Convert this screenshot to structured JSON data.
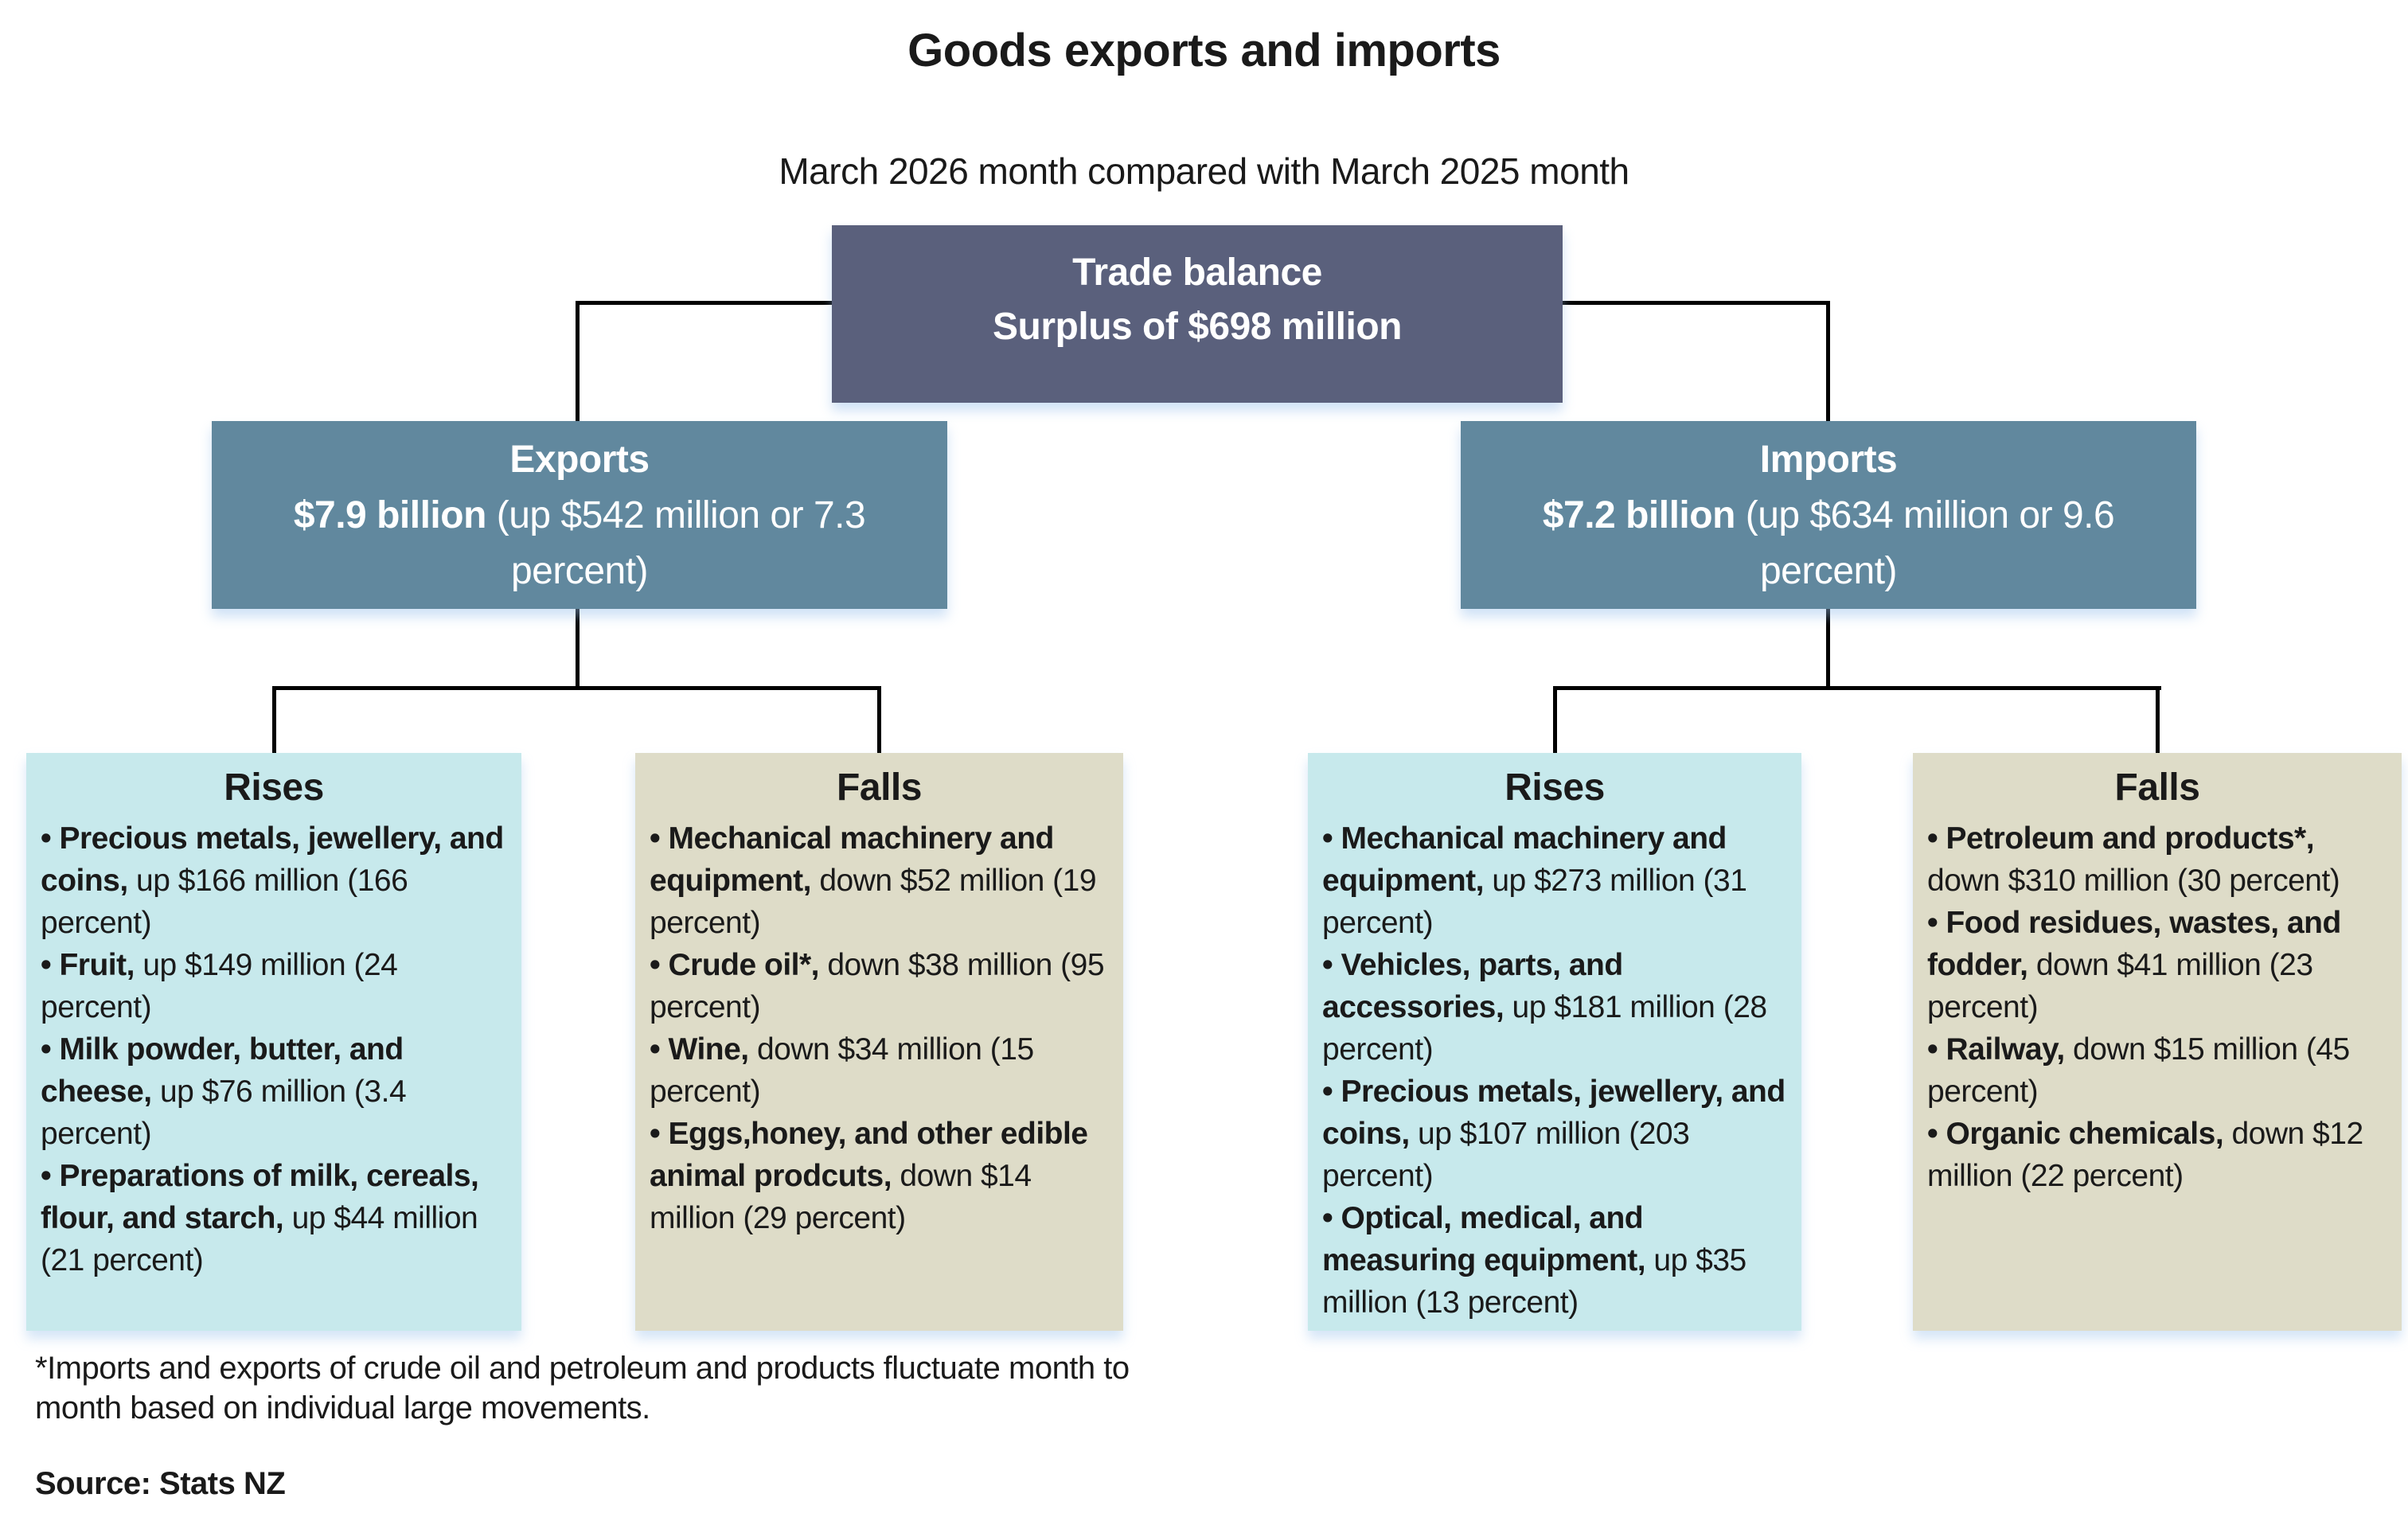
{
  "title": "Goods exports and imports",
  "subtitle": "March 2026 month compared with March 2025 month",
  "colors": {
    "root_box": "#5a607c",
    "branch_box": "#61889e",
    "rise_box": "#c7e9ec",
    "fall_box": "#dedcc8",
    "connector": "#000000"
  },
  "boxes": {
    "trade_balance": {
      "line1": "Trade balance",
      "line2": "Surplus of $698 million"
    },
    "exports": {
      "label": "Exports",
      "amount": "$7.9 billion",
      "change": " (up $542 million or 7.3 percent)"
    },
    "imports": {
      "label": "Imports",
      "amount": "$7.2 billion",
      "change": " (up $634 million or 9.6 percent)"
    },
    "exports_rises": {
      "header": "Rises",
      "items": [
        {
          "name": "Precious metals, jewellery, and coins,",
          "detail": " up $166 million (166 percent)"
        },
        {
          "name": "Fruit,",
          "detail": " up $149 million (24 percent)"
        },
        {
          "name": "Milk powder, butter, and cheese,",
          "detail": " up $76 million (3.4 percent)"
        },
        {
          "name": "Preparations of milk, cereals, flour, and starch,",
          "detail": " up $44 million (21 percent)"
        }
      ]
    },
    "exports_falls": {
      "header": "Falls",
      "items": [
        {
          "name": "Mechanical machinery and equipment,",
          "detail": " down $52 million (19 percent)"
        },
        {
          "name": "Crude oil*,",
          "detail": " down $38 million (95 percent)"
        },
        {
          "name": "Wine,",
          "detail": " down $34 million (15 percent)"
        },
        {
          "name": "Eggs,honey, and other edible animal prodcuts,",
          "detail": " down $14 million (29 percent)"
        }
      ]
    },
    "imports_rises": {
      "header": "Rises",
      "items": [
        {
          "name": "Mechanical machinery and equipment,",
          "detail": " up $273 million (31 percent)"
        },
        {
          "name": "Vehicles, parts, and accessories,",
          "detail": " up $181 million (28 percent)"
        },
        {
          "name": "Precious metals, jewellery, and coins,",
          "detail": " up $107 million (203 percent)"
        },
        {
          "name": "Optical, medical, and measuring equipment,",
          "detail": " up $35 million (13 percent)"
        }
      ]
    },
    "imports_falls": {
      "header": "Falls",
      "items": [
        {
          "name": "Petroleum and products*,",
          "detail": " down $310 million (30 percent)"
        },
        {
          "name": "Food residues, wastes, and fodder,",
          "detail": " down $41 million (23 percent)"
        },
        {
          "name": "Railway,",
          "detail": " down $15 million (45 percent)"
        },
        {
          "name": "Organic chemicals,",
          "detail": " down $12 million (22 percent)"
        }
      ]
    }
  },
  "footnote": "*Imports and exports of crude oil and petroleum and products fluctuate month to month based on individual large movements.",
  "source": "Source: Stats NZ"
}
